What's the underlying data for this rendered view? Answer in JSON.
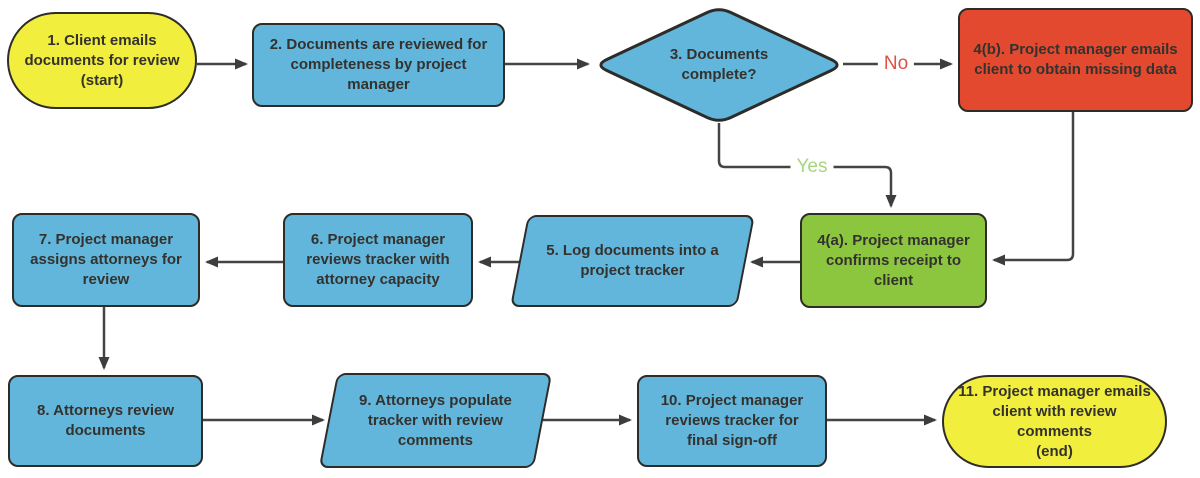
{
  "diagram_type": "flowchart",
  "nodes": [
    {
      "id": "start",
      "shape": "stadium",
      "fill": "#F2EE3D",
      "label": "1. Client emails\ndocuments for review\n(start)"
    },
    {
      "id": "review-completeness",
      "shape": "rect",
      "fill": "#63B6DB",
      "label": "2. Documents are reviewed for\ncompleteness by project\nmanager"
    },
    {
      "id": "documents-complete",
      "shape": "diamond",
      "fill": "#63B6DB",
      "label": "3. Documents\ncomplete?"
    },
    {
      "id": "email-missing-data",
      "shape": "rect",
      "fill": "#E2492F",
      "label": "4(b). Project manager emails\nclient to obtain missing data"
    },
    {
      "id": "confirm-receipt",
      "shape": "rect",
      "fill": "#8CC63F",
      "label": "4(a). Project manager\nconfirms receipt to\nclient"
    },
    {
      "id": "log-documents",
      "shape": "parallelogram",
      "fill": "#63B6DB",
      "label": "5. Log documents into a\nproject tracker"
    },
    {
      "id": "review-capacity",
      "shape": "rect",
      "fill": "#63B6DB",
      "label": "6. Project manager\nreviews tracker with\nattorney capacity"
    },
    {
      "id": "assign-attorneys",
      "shape": "rect",
      "fill": "#63B6DB",
      "label": "7. Project manager\nassigns attorneys for\nreview"
    },
    {
      "id": "attorneys-review",
      "shape": "rect",
      "fill": "#63B6DB",
      "label": "8. Attorneys review\ndocuments"
    },
    {
      "id": "populate-tracker",
      "shape": "parallelogram",
      "fill": "#63B6DB",
      "label": "9. Attorneys populate\ntracker with review\ncomments"
    },
    {
      "id": "final-signoff",
      "shape": "rect",
      "fill": "#63B6DB",
      "label": "10. Project manager\nreviews tracker for\nfinal sign-off"
    },
    {
      "id": "end",
      "shape": "stadium",
      "fill": "#F2EE3D",
      "label": "11. Project manager emails\nclient with review\ncomments\n(end)"
    }
  ],
  "edge_labels": {
    "no": "No",
    "yes": "Yes"
  },
  "colors": {
    "node_yellow": "#F2EE3D",
    "node_blue": "#63B6DB",
    "node_red": "#E2492F",
    "node_green": "#8CC63F",
    "shape_border": "#2D2C28",
    "connector": "#444444",
    "no_label": "#DE5145",
    "yes_label": "#A6D67E",
    "text": "#33322E"
  }
}
